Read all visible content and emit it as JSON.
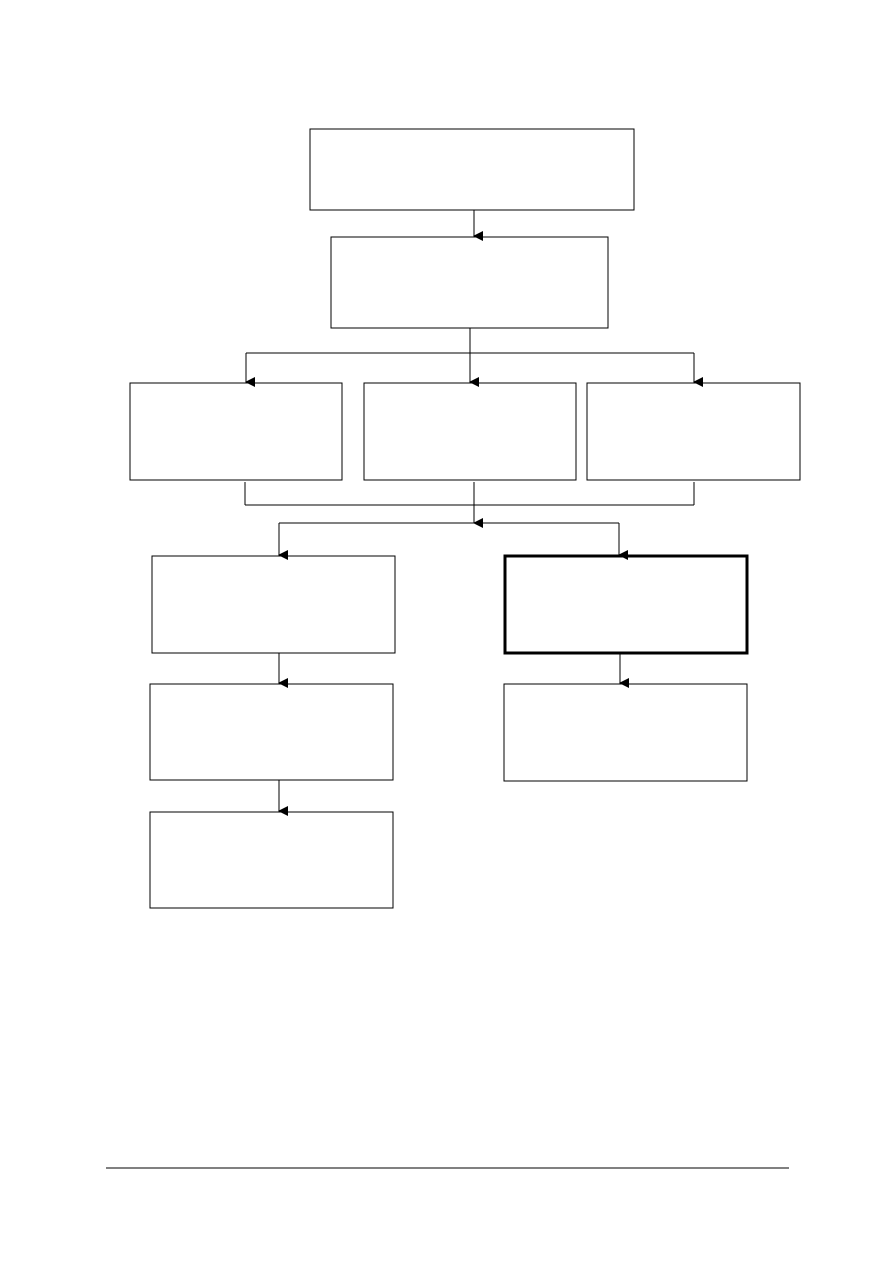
{
  "diagram": {
    "nodes": [
      {
        "id": "n1",
        "label": ""
      },
      {
        "id": "n2",
        "label": ""
      },
      {
        "id": "n3a",
        "label": ""
      },
      {
        "id": "n3b",
        "label": ""
      },
      {
        "id": "n3c",
        "label": ""
      },
      {
        "id": "n4a",
        "label": ""
      },
      {
        "id": "n4b",
        "label": "",
        "emphasis": "bold-border"
      },
      {
        "id": "n5a",
        "label": ""
      },
      {
        "id": "n5b",
        "label": ""
      },
      {
        "id": "n6a",
        "label": ""
      }
    ],
    "edges": [
      {
        "from": "n1",
        "to": "n2"
      },
      {
        "from": "n2",
        "to": "n3a"
      },
      {
        "from": "n2",
        "to": "n3b"
      },
      {
        "from": "n2",
        "to": "n3c"
      },
      {
        "from": "n3a",
        "to": "n4a"
      },
      {
        "from": "n3b",
        "to": "n4a"
      },
      {
        "from": "n3c",
        "to": "n4a"
      },
      {
        "from": "n3a",
        "to": "n4b"
      },
      {
        "from": "n3b",
        "to": "n4b"
      },
      {
        "from": "n3c",
        "to": "n4b"
      },
      {
        "from": "n4a",
        "to": "n5a"
      },
      {
        "from": "n5a",
        "to": "n6a"
      },
      {
        "from": "n4b",
        "to": "n5b"
      }
    ]
  },
  "footer": {
    "rule": true
  }
}
